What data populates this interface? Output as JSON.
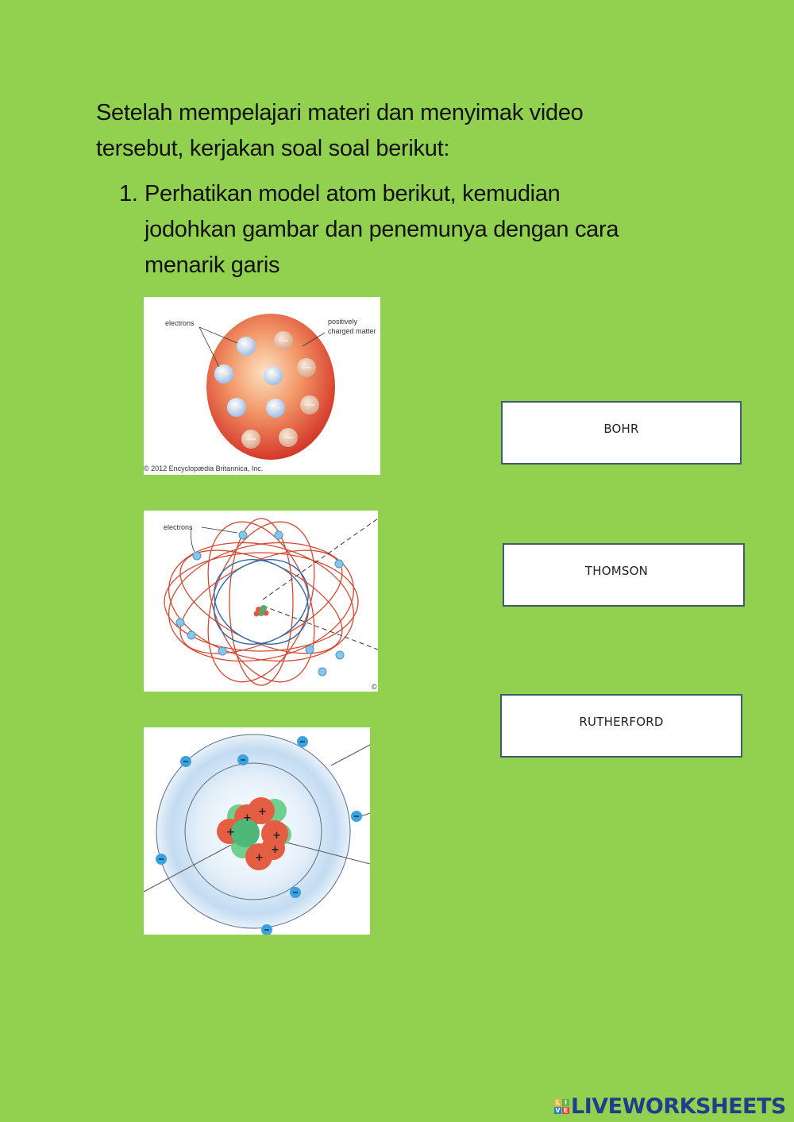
{
  "page": {
    "background_color": "#92d050"
  },
  "intro": {
    "line1": "Setelah mempelajari materi dan menyimak video",
    "line2": "tersebut, kerjakan soal soal berikut:"
  },
  "question": {
    "number": "1.",
    "line1": "Perhatikan model atom berikut, kemudian",
    "line2": "jodohkan gambar dan penemunya dengan cara",
    "line3": "menarik garis"
  },
  "images": [
    {
      "id": "thomson-model",
      "label_electrons": "electrons",
      "label_matter_1": "positively",
      "label_matter_2": "charged matter",
      "credit": "© 2012 Encyclopædia Britannica, Inc."
    },
    {
      "id": "rutherford-model",
      "label_electrons": "electrons",
      "credit": "©"
    },
    {
      "id": "bohr-model"
    }
  ],
  "answers": [
    {
      "label": "BOHR"
    },
    {
      "label": "THOMSON"
    },
    {
      "label": "RUTHERFORD"
    }
  ],
  "footer": {
    "logo_mark": [
      "L",
      "I",
      "V",
      "E"
    ],
    "logo_text": "LIVEWORKSHEETS",
    "logo_color": "#1e3f8a"
  }
}
